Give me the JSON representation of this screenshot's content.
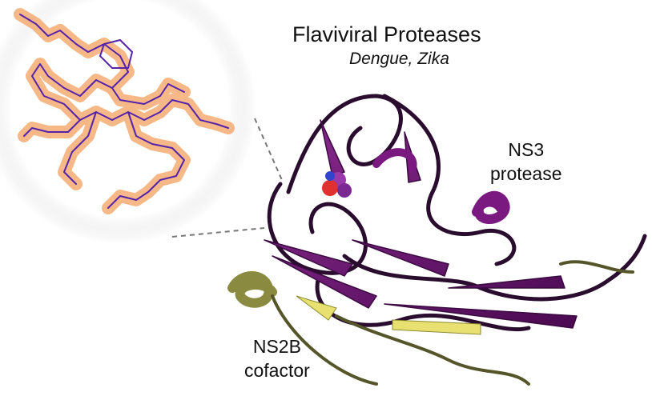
{
  "title": "Flaviviral Proteases",
  "subtitle": "Dengue, Zika",
  "labels": {
    "ns3_line1": "NS3",
    "ns3_line2": "protease",
    "ns2b_line1": "NS2B",
    "ns2b_line2": "cofactor"
  },
  "colors": {
    "ns3": "#6a1470",
    "ns2b": "#e8e070",
    "ns2b_coil": "#55552a",
    "density": "#f4a060",
    "sticks": "#5522aa"
  }
}
